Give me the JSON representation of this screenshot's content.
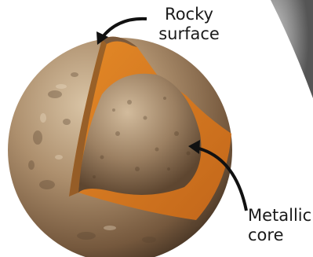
{
  "labels": {
    "rocky_surface": [
      "Rocky",
      "surface"
    ],
    "metallic_core": [
      "Metallic",
      "core"
    ]
  },
  "colors": {
    "surface": "#a88d6c",
    "mantle": "#d7781f",
    "core": "#9c8062",
    "background_body": "#8c8c8c",
    "arrow": "#111111"
  }
}
